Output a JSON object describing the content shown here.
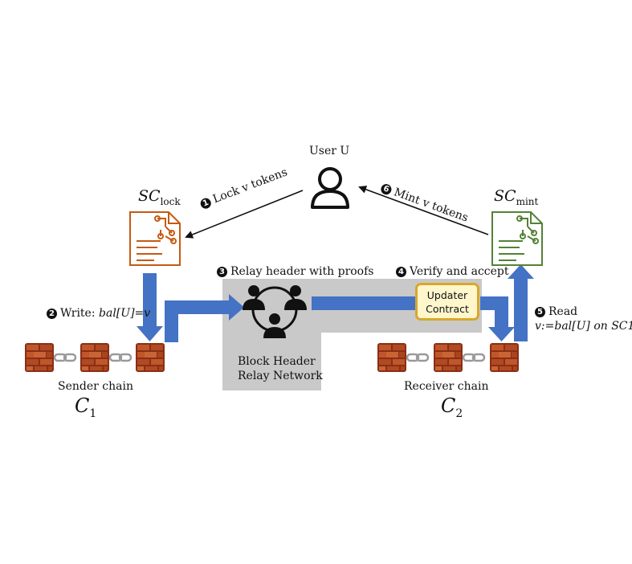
{
  "user": {
    "label": "User U"
  },
  "sc_lock": {
    "symbol": "SC",
    "sub": "lock"
  },
  "sc_mint": {
    "symbol": "SC",
    "sub": "mint"
  },
  "steps": [
    {
      "num": "1",
      "text": "Lock v tokens"
    },
    {
      "num": "2",
      "text_prefix": "Write: ",
      "text_expr": "bal[U]=v"
    },
    {
      "num": "3",
      "text": "Relay header with proofs"
    },
    {
      "num": "4",
      "text": "Verify and accept"
    },
    {
      "num": "5",
      "text": "Read",
      "line2": "v:=bal[U] on SC1"
    },
    {
      "num": "6",
      "text": "Mint v tokens"
    }
  ],
  "relay": {
    "line1": "Block Header",
    "line2": "Relay Network"
  },
  "updater": {
    "line1": "Updater",
    "line2": "Contract"
  },
  "sender": {
    "label": "Sender chain",
    "symbol": "C",
    "sub": "1"
  },
  "receiver": {
    "label": "Receiver chain",
    "symbol": "C",
    "sub": "2"
  },
  "colors": {
    "blue": "#4472c4",
    "orange": "#c55a11",
    "green": "#548235",
    "gray": "#c9c9c9",
    "gold": "#d9a72a"
  }
}
